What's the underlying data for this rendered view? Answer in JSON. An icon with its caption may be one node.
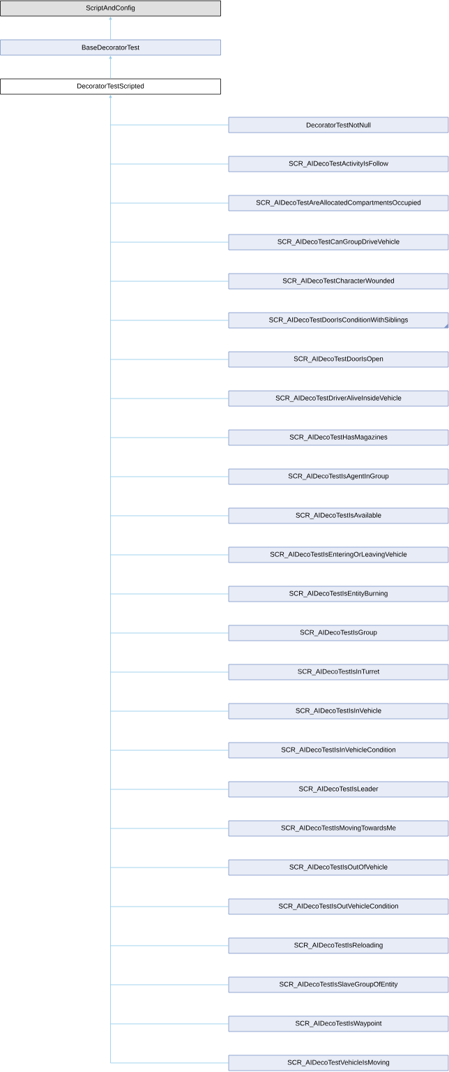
{
  "diagram": {
    "nodes": [
      {
        "text": [
          "ScriptAndConfig"
        ]
      },
      {
        "text": [
          "BaseDecoratorTest"
        ]
      },
      {
        "text": [
          "DecoratorTestScripted"
        ]
      },
      {
        "text": [
          "DecoratorTestNotNull"
        ]
      },
      {
        "text": [
          "SCR_AIDecoTestActivityIsFollow"
        ]
      },
      {
        "text": [
          "SCR_AIDecoTestAreAllocatedCompartmentsOccupied"
        ]
      },
      {
        "text": [
          "SCR_AIDecoTestCanGroupDriveVehicle"
        ]
      },
      {
        "text": [
          "SCR_AIDecoTestCharacterWounded"
        ]
      },
      {
        "text": [
          "SCR_AIDecoTestDoorIsConditionWithSiblings"
        ]
      },
      {
        "text": [
          "SCR_AIDecoTestDoorIsOpen"
        ]
      },
      {
        "text": [
          "SCR_AIDecoTestDriverAliveInsideVehicle"
        ]
      },
      {
        "text": [
          "SCR_AIDecoTestHasMagazines"
        ]
      },
      {
        "text": [
          "SCR_AIDecoTestIsAgentInGroup"
        ]
      },
      {
        "text": [
          "SCR_AIDecoTestIsAvailable"
        ]
      },
      {
        "text": [
          "SCR_AIDecoTestIsEnteringOrLeavingVehicle"
        ]
      },
      {
        "text": [
          "SCR_AIDecoTestIsEntityBurning"
        ]
      },
      {
        "text": [
          "SCR_AIDecoTestIsGroup"
        ]
      },
      {
        "text": [
          "SCR_AIDecoTestIsInTurret"
        ]
      },
      {
        "text": [
          "SCR_AIDecoTestIsInVehicle"
        ]
      },
      {
        "text": [
          "SCR_AIDecoTestIsInVehicleCondition"
        ]
      },
      {
        "text": [
          "SCR_AIDecoTestIsLeader"
        ]
      },
      {
        "text": [
          "SCR_AIDecoTestIsMovingTowardsMe"
        ]
      },
      {
        "text": [
          "SCR_AIDecoTestIsOutOfVehicle"
        ]
      },
      {
        "text": [
          "SCR_AIDecoTestIsOutVehicleCondition"
        ]
      },
      {
        "text": [
          "SCR_AIDecoTestIsReloading"
        ]
      },
      {
        "text": [
          "SCR_AIDecoTestIsSlaveGroupOfEntity"
        ]
      },
      {
        "text": [
          "SCR_AIDecoTestIsWaypoint"
        ]
      },
      {
        "text": [
          "SCR_AIDecoTestVehicleIsMoving"
        ]
      }
    ],
    "edges": [
      {
        "from": 1,
        "to": 0,
        "arrow": "to"
      },
      {
        "from": 2,
        "to": 1,
        "arrow": "to"
      },
      {
        "from": 3,
        "to": 2,
        "arrow": "to"
      },
      {
        "from": 4,
        "to": 2,
        "arrow": "to"
      },
      {
        "from": 5,
        "to": 2,
        "arrow": "to"
      },
      {
        "from": 6,
        "to": 2,
        "arrow": "to"
      },
      {
        "from": 7,
        "to": 2,
        "arrow": "to"
      },
      {
        "from": 8,
        "to": 2,
        "arrow": "to"
      },
      {
        "from": 9,
        "to": 2,
        "arrow": "to"
      },
      {
        "from": 10,
        "to": 2,
        "arrow": "to"
      },
      {
        "from": 11,
        "to": 2,
        "arrow": "to"
      },
      {
        "from": 12,
        "to": 2,
        "arrow": "to"
      },
      {
        "from": 13,
        "to": 2,
        "arrow": "to"
      },
      {
        "from": 14,
        "to": 2,
        "arrow": "to"
      },
      {
        "from": 15,
        "to": 2,
        "arrow": "to"
      },
      {
        "from": 16,
        "to": 2,
        "arrow": "to"
      },
      {
        "from": 17,
        "to": 2,
        "arrow": "to"
      },
      {
        "from": 18,
        "to": 2,
        "arrow": "to"
      },
      {
        "from": 19,
        "to": 2,
        "arrow": "to"
      },
      {
        "from": 20,
        "to": 2,
        "arrow": "to"
      },
      {
        "from": 21,
        "to": 2,
        "arrow": "to"
      },
      {
        "from": 22,
        "to": 2,
        "arrow": "to"
      },
      {
        "from": 23,
        "to": 2,
        "arrow": "to"
      },
      {
        "from": 24,
        "to": 2,
        "arrow": "to"
      },
      {
        "from": 25,
        "to": 2,
        "arrow": "to"
      },
      {
        "from": 26,
        "to": 2,
        "arrow": "to"
      },
      {
        "from": 27,
        "to": 2,
        "arrow": "to"
      }
    ]
  }
}
